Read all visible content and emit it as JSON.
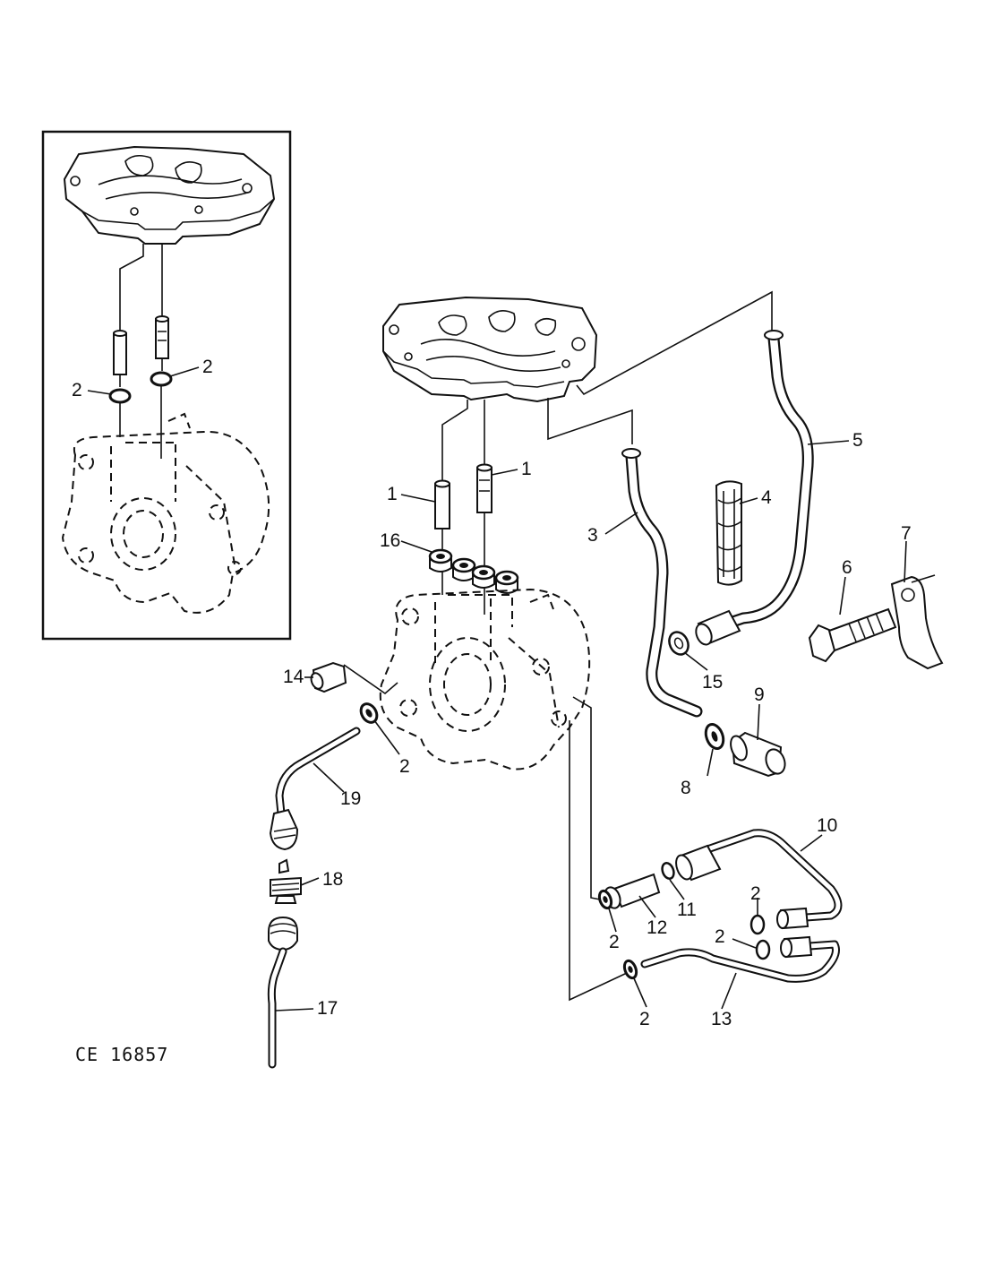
{
  "figure_code": "CE 16857",
  "callouts": [
    "1",
    "2",
    "3",
    "4",
    "5",
    "6",
    "7",
    "8",
    "9",
    "10",
    "11",
    "12",
    "13",
    "14",
    "15",
    "16",
    "17",
    "18",
    "19"
  ]
}
